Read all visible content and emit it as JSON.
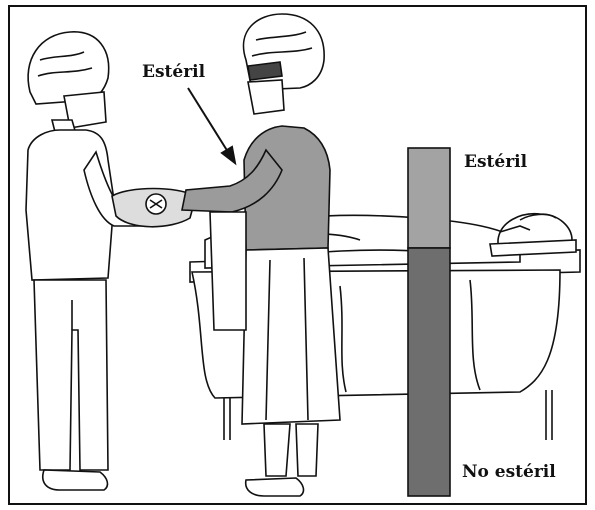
{
  "labels": {
    "gown_label": "Estéril",
    "sterile_zone_label": "Estéril",
    "nonsterile_zone_label": "No estéril"
  },
  "colors": {
    "sterile_gray": "#a3a3a3",
    "nonsterile_gray": "#6e6e6e",
    "gown_shade": "#9b9b9b",
    "line": "#111111",
    "background": "#ffffff"
  }
}
